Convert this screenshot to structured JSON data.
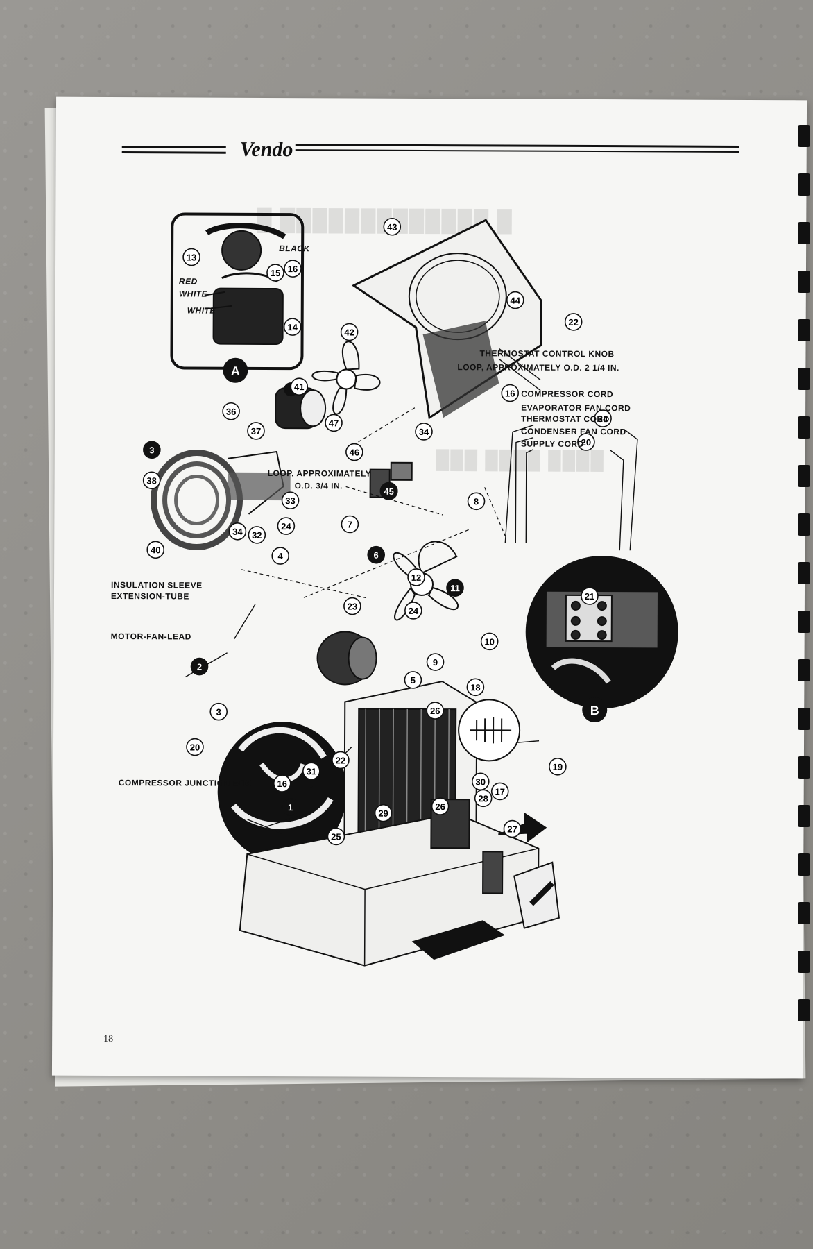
{
  "header": {
    "brand": "Vendo"
  },
  "page_number": "18",
  "callouts": {
    "black": "BLACK",
    "red": "RED",
    "white1": "WHITE",
    "white2": "WHITE",
    "thermostat_knob": "THERMOSTAT CONTROL KNOB",
    "loop_large": "LOOP, APPROXIMATELY O.D. 2 1/4 IN.",
    "compressor_cord": "COMPRESSOR CORD",
    "evaporator_fan_cord": "EVAPORATOR FAN CORD",
    "thermostat_cord": "THERMOSTAT CORD",
    "condenser_fan_cord": "CONDENSER FAN CORD",
    "supply_cord": "SUPPLY CORD",
    "loop_small_1": "LOOP, APPROXIMATELY",
    "loop_small_2": "O.D. 3/4 IN.",
    "insulation_sleeve": "INSULATION SLEEVE",
    "extension_tube": "EXTENSION-TUBE",
    "motor_fan_lead": "MOTOR-FAN-LEAD",
    "compressor_junction_box": "COMPRESSOR JUNCTION BOX"
  },
  "inset_labels": {
    "a": "A",
    "b": "B"
  },
  "part_numbers": {
    "p13": "13",
    "p15": "15",
    "p16a": "16",
    "p14": "14",
    "p43": "43",
    "p44": "44",
    "p22a": "22",
    "p42": "42",
    "p41": "41",
    "p36": "36",
    "p37": "37",
    "p47": "47",
    "p46": "46",
    "p45": "45",
    "p16b": "16",
    "p34a": "34",
    "p20a": "20",
    "p34b": "34",
    "p8": "8",
    "p38": "38",
    "p33": "33",
    "p24a": "24",
    "p34c": "34",
    "p32": "32",
    "p40": "40",
    "p7": "7",
    "p4": "4",
    "p6": "6",
    "p12": "12",
    "p11": "11",
    "p23": "23",
    "p24b": "24",
    "p21": "21",
    "p10": "10",
    "p9": "9",
    "p2": "2",
    "p5": "5",
    "p18": "18",
    "p3": "3",
    "p26a": "26",
    "p20b": "20",
    "p22b": "22",
    "p31": "31",
    "p16c": "16",
    "p19": "19",
    "p30": "30",
    "p17": "17",
    "p28": "28",
    "p1": "1",
    "p29": "29",
    "p26b": "26",
    "p25": "25",
    "p27": "27",
    "p35": "3"
  }
}
